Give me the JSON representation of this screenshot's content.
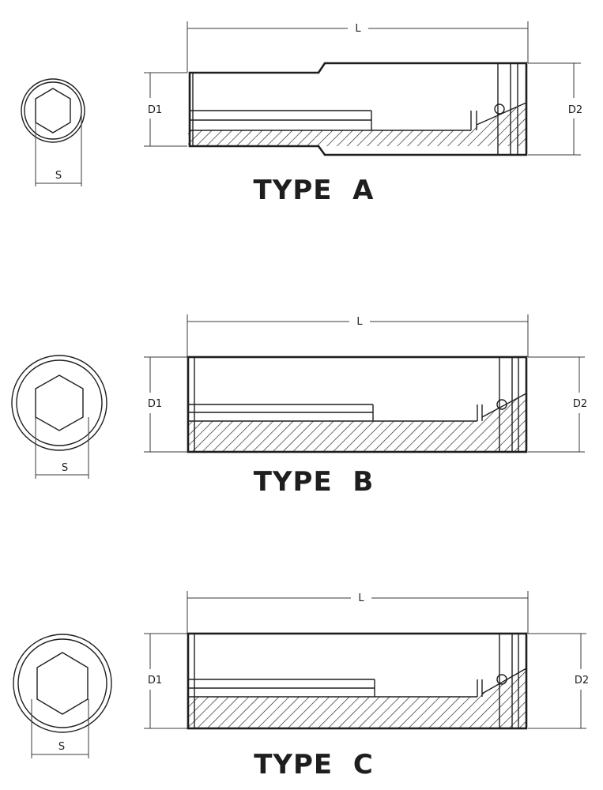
{
  "types": [
    {
      "title": "TYPE  A",
      "length_label": "L",
      "d1_label": "D1",
      "d2_label": "D2",
      "hex_label": "S"
    },
    {
      "title": "TYPE  B",
      "length_label": "L",
      "d1_label": "D1",
      "d2_label": "D2",
      "hex_label": "S"
    },
    {
      "title": "TYPE  C",
      "length_label": "L",
      "d1_label": "D1",
      "d2_label": "D2",
      "hex_label": "S"
    }
  ],
  "colors": {
    "ink": "#1e1e1e",
    "background": "#ffffff"
  }
}
